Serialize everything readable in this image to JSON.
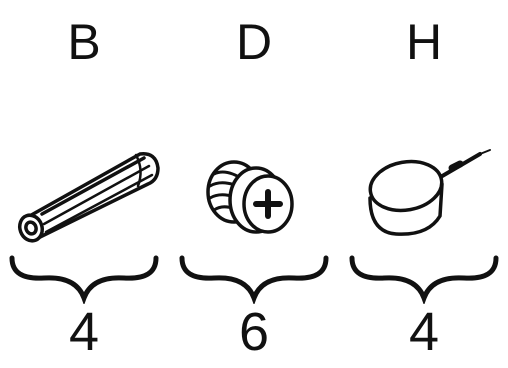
{
  "parts": [
    {
      "letter": "B",
      "quantity": "4",
      "icon": "wooden-dowel-icon"
    },
    {
      "letter": "D",
      "quantity": "6",
      "icon": "cam-lock-screw-icon"
    },
    {
      "letter": "H",
      "quantity": "4",
      "icon": "felt-pad-nail-icon"
    }
  ],
  "colors": {
    "ink": "#111111",
    "background": "#ffffff"
  }
}
